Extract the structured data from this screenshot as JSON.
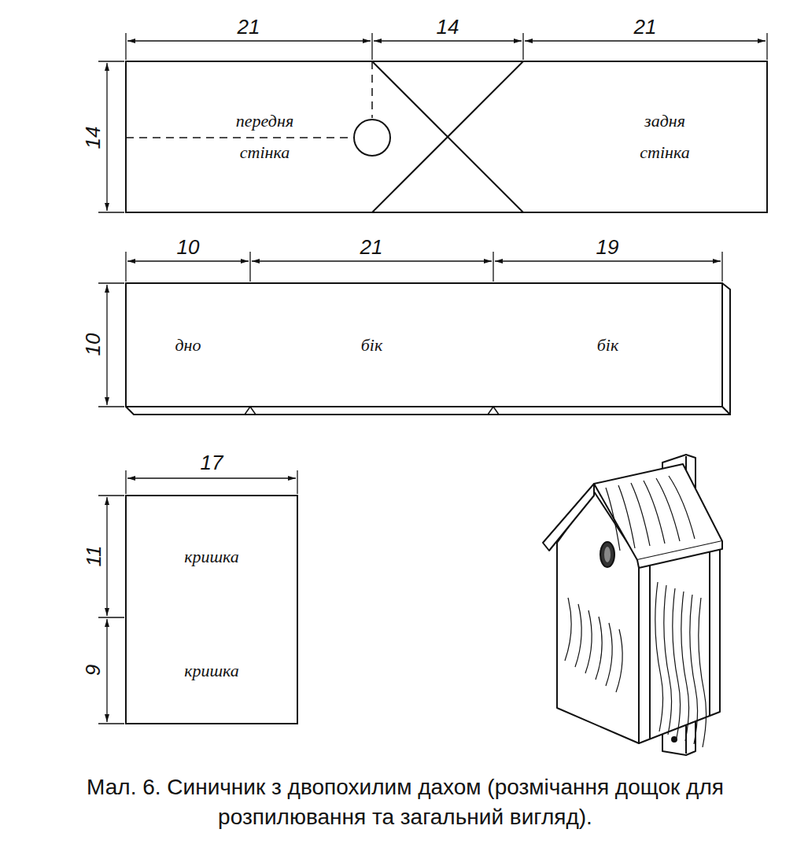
{
  "diagram": {
    "caption": "Мал. 6. Синичник з двопохилим дахом (розмічання дощок для розпилювання та загальний вигляд).",
    "nodes": [
      {
        "text": [
          "передня стінка"
        ]
      },
      {
        "text": [
          "задня стінка"
        ]
      },
      {
        "text": [
          "дно"
        ]
      },
      {
        "text": [
          "бік"
        ]
      },
      {
        "text": [
          "бік"
        ]
      },
      {
        "text": [
          "кришка"
        ]
      },
      {
        "text": [
          "кришка"
        ]
      }
    ],
    "labels": [
      "21",
      "14",
      "21",
      "14",
      "10",
      "21",
      "19",
      "10",
      "17",
      "11",
      "9"
    ]
  }
}
